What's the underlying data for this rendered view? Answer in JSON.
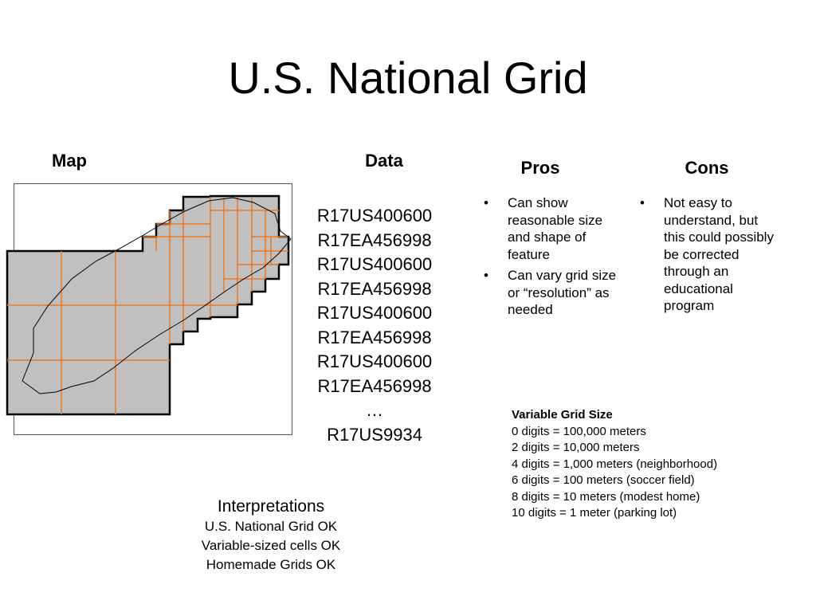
{
  "title": "U.S. National Grid",
  "columns": {
    "map": "Map",
    "data": "Data",
    "pros": "Pros",
    "cons": "Cons"
  },
  "data_codes": [
    "R17US400600",
    "R17EA456998",
    "R17US400600",
    "R17EA456998",
    "R17US400600",
    "R17EA456998",
    "R17US400600",
    "R17EA456998",
    "…",
    "R17US9934"
  ],
  "pros": [
    "Can show reasonable size and shape of feature",
    "Can vary grid size or “resolution” as needed"
  ],
  "cons": [
    "Not easy to understand, but this could possibly be corrected through an educational program"
  ],
  "bullet_glyph": "•",
  "grid_size": {
    "title": "Variable Grid Size",
    "lines": [
      "0 digits = 100,000 meters",
      "2 digits = 10,000 meters",
      "4 digits = 1,000 meters (neighborhood)",
      "6 digits = 100 meters (soccer field)",
      "8 digits = 10 meters (modest home)",
      "10 digits = 1 meter (parking lot)"
    ]
  },
  "interpretations": {
    "title": "Interpretations",
    "lines": [
      "U.S. National Grid OK",
      "Variable-sized cells OK",
      "Homemade Grids OK"
    ]
  },
  "colors": {
    "grid_line": "#f07820",
    "region_fill": "#c0c0c0",
    "outline": "#000000"
  }
}
